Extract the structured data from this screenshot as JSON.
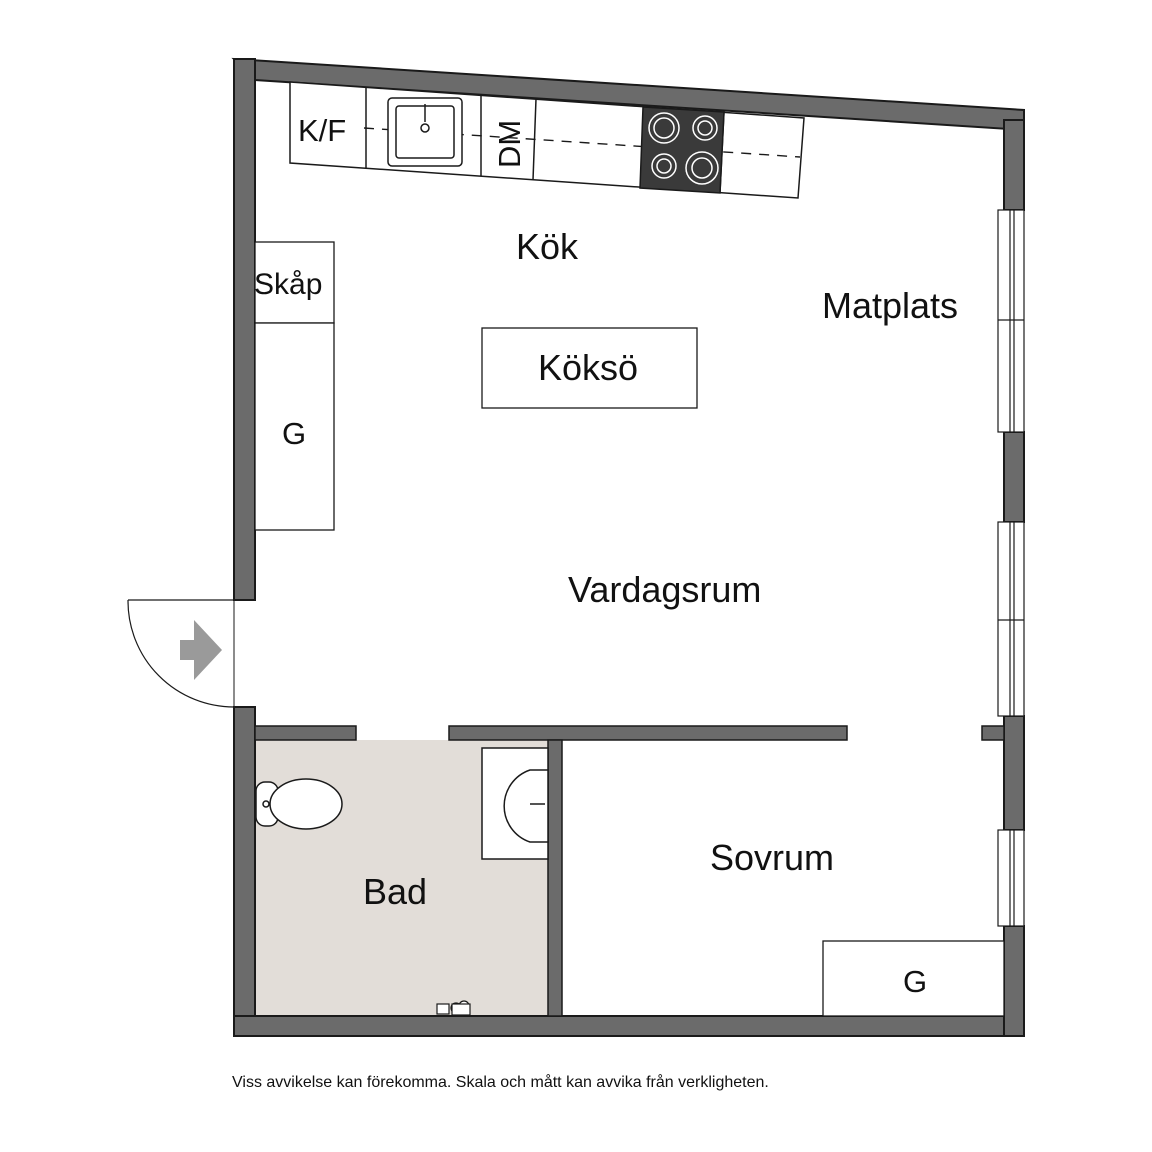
{
  "rooms": {
    "kok": "Kök",
    "matplats": "Matplats",
    "vardagsrum": "Vardagsrum",
    "bad": "Bad",
    "sovrum": "Sovrum"
  },
  "fixtures": {
    "kf": "K/F",
    "dm": "DM",
    "skap": "Skåp",
    "koksö": "Köksö",
    "garderob_hall": "G",
    "garderob_sovrum": "G"
  },
  "disclaimer": "Viss avvikelse kan förekomma. Skala och mått kan avvika från verkligheten.",
  "colors": {
    "wall": "#6b6b6b",
    "wall_stroke": "#1a1a1a",
    "bathroom_floor": "#e2ddd8",
    "stove": "#3a3a3a",
    "entry_arrow": "#9a9a9a"
  },
  "icons": [
    "entry-arrow-icon",
    "sink-icon",
    "stove-icon",
    "toilet-icon",
    "washbasin-icon",
    "floor-drain-icon",
    "door-swing-icon"
  ]
}
